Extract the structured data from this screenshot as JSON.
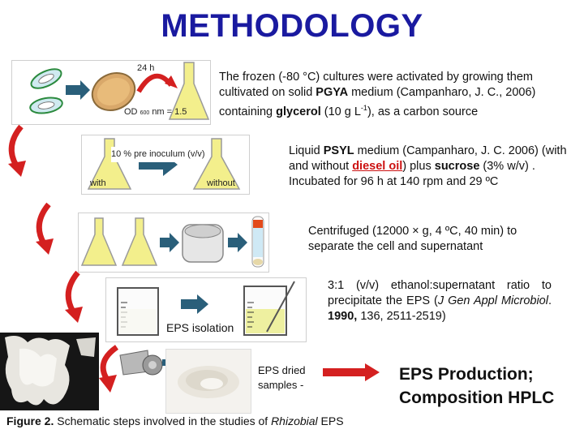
{
  "title": "METHODOLOGY",
  "step1": {
    "time_label": "24 h",
    "od_prefix": "OD",
    "od_sub": "600",
    "od_suffix": "nm = 1.5",
    "text_before_pgya": "The frozen (-80 °C) cultures were activated by growing them cultivated on solid ",
    "pgya": "PGYA",
    "text_after_pgya": " medium (Campanharo, J. C.,  2006) containing ",
    "glycerol": "glycerol",
    "glycerol_amount": " (10 g L",
    "glycerol_exp": "-1",
    "text_end": "), as a carbon source"
  },
  "step2": {
    "inoculum_label": "10 % pre inoculum (v/v)",
    "with_label": "with",
    "without_label": "without",
    "text_before_psyl": "Liquid ",
    "psyl": "PSYL",
    "text_mid": " medium (Campanharo, J. C. 2006) (with and without ",
    "diesel": "diesel oil",
    "text_after_diesel": ")  plus ",
    "sucrose": "sucrose",
    "text_end": " (3% w/v) . Incubated for 96 h at 140 rpm and 29 ºC"
  },
  "step3": {
    "text": "Centrifuged (12000 × g, 4 ºC, 40 min) to separate the cell and supernatant"
  },
  "step4": {
    "isolation_label": "EPS isolation",
    "text_before_ref": "3:1 (v/v) ethanol:supernatant ratio to precipitate the EPS (",
    "journal": "J Gen Appl Microbiol",
    "year_sep": ". ",
    "year": "1990,",
    "pages": " 136, 2511-2519)"
  },
  "step5": {
    "dried_label": "EPS dried samples  -",
    "result_line1": "EPS Production;",
    "result_line2": "Composition HPLC"
  },
  "caption": {
    "figure": "Figure 2.",
    "text": " Schematic steps involved in the studies of ",
    "italic": "Rhizobial",
    "end": " EPS"
  },
  "colors": {
    "title": "#1a1aa0",
    "arrow_red": "#d42020",
    "arrow_teal": "#2a5f7a",
    "flask_liquid": "#f3ef8c",
    "diesel_red": "#cc1111"
  }
}
